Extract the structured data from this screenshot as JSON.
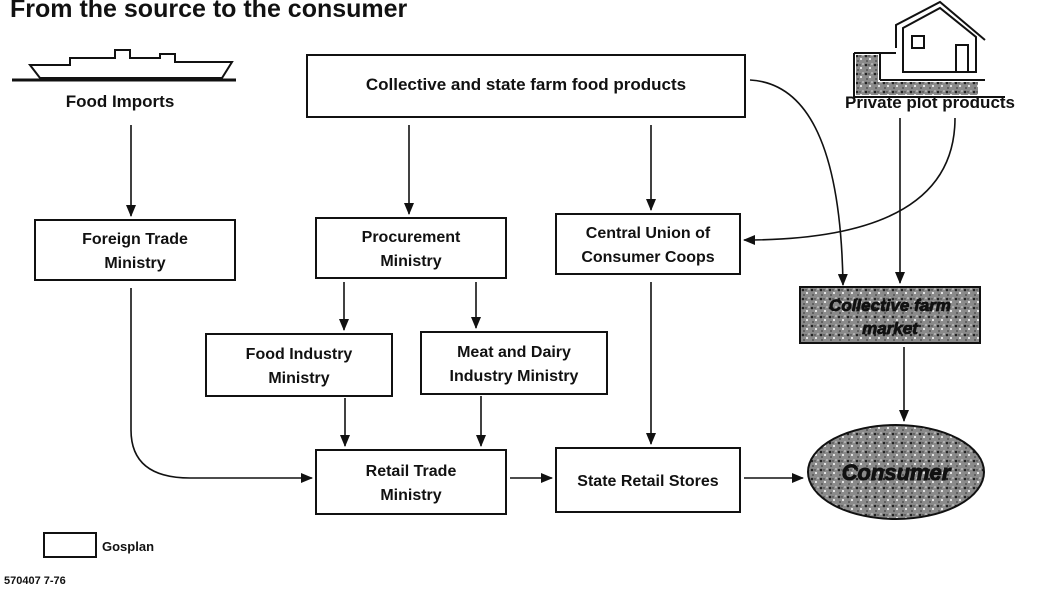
{
  "title": "From the source to the consumer",
  "nodes": {
    "food_imports": "Food Imports",
    "farm_products": "Collective and state farm food products",
    "private_plot": "Private plot products",
    "foreign_trade": [
      "Foreign Trade",
      "Ministry"
    ],
    "procurement": [
      "Procurement",
      "Ministry"
    ],
    "coops": [
      "Central Union of",
      "Consumer Coops"
    ],
    "farm_market": [
      "Collective farm",
      "market"
    ],
    "food_industry": [
      "Food Industry",
      "Ministry"
    ],
    "meat_dairy": [
      "Meat and Dairy",
      "Industry Ministry"
    ],
    "retail_trade": [
      "Retail Trade",
      "Ministry"
    ],
    "state_retail": "State Retail Stores",
    "consumer": "Consumer"
  },
  "legend": {
    "label": "Gosplan"
  },
  "footer_code": "570407 7-76"
}
